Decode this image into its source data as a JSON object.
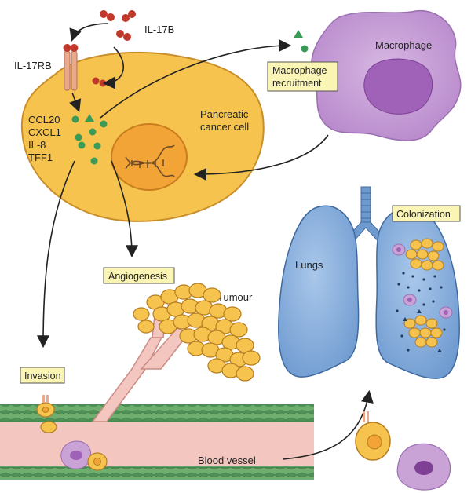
{
  "labels": {
    "il17b": "IL-17B",
    "il17rb": "IL-17RB",
    "chemokines": [
      "CCL20",
      "CXCL1",
      "IL-8",
      "TFF1"
    ],
    "cancer_cell": [
      "Pancreatic",
      "cancer cell"
    ],
    "macrophage": "Macrophage",
    "macrophage_recruitment": [
      "Macrophage",
      "recruitment"
    ],
    "angiogenesis": "Angiogenesis",
    "tumour": "Tumour",
    "invasion": "Invasion",
    "lungs": "Lungs",
    "colonization": "Colonization",
    "blood_vessel": "Blood vessel"
  },
  "colors": {
    "cell_fill": "#f6c44e",
    "cell_stroke": "#c98e2a",
    "macrophage_fill": "#c9a2d6",
    "nucleus_fill": "#a061b8",
    "receptor": "#e8a98c",
    "ligand": "#c0392b",
    "chemokine": "#3a9a58",
    "label_box": "#fbf5b5",
    "lung_fill": "#8fb3de",
    "vessel": "#f3c6bf",
    "vessel_wall": "#3e8a4e"
  }
}
